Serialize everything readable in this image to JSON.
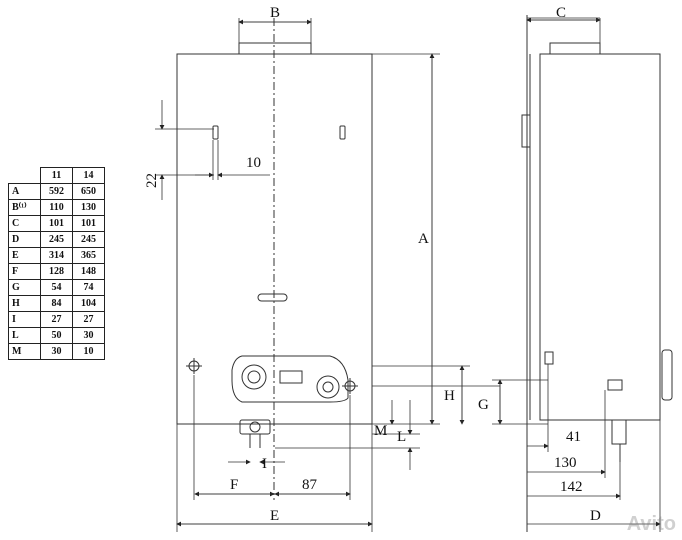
{
  "table": {
    "headers": [
      "",
      "11",
      "14"
    ],
    "rows": [
      {
        "label": "A",
        "v11": "592",
        "v14": "650"
      },
      {
        "label": "B⁽¹⁾",
        "v11": "110",
        "v14": "130"
      },
      {
        "label": "C",
        "v11": "101",
        "v14": "101"
      },
      {
        "label": "D",
        "v11": "245",
        "v14": "245"
      },
      {
        "label": "E",
        "v11": "314",
        "v14": "365"
      },
      {
        "label": "F",
        "v11": "128",
        "v14": "148"
      },
      {
        "label": "G",
        "v11": "54",
        "v14": "74"
      },
      {
        "label": "H",
        "v11": "84",
        "v14": "104"
      },
      {
        "label": "I",
        "v11": "27",
        "v14": "27"
      },
      {
        "label": "L",
        "v11": "50",
        "v14": "30"
      },
      {
        "label": "M",
        "v11": "30",
        "v14": "10"
      }
    ]
  },
  "labels": {
    "B": "B",
    "C": "C",
    "A": "A",
    "D": "D",
    "E": "E",
    "F": "F",
    "G": "G",
    "H": "H",
    "I": "I",
    "L": "L",
    "M": "M",
    "d22": "22",
    "d10": "10",
    "d87": "87",
    "d41": "41",
    "d130": "130",
    "d142": "142"
  },
  "watermark": "Avito"
}
